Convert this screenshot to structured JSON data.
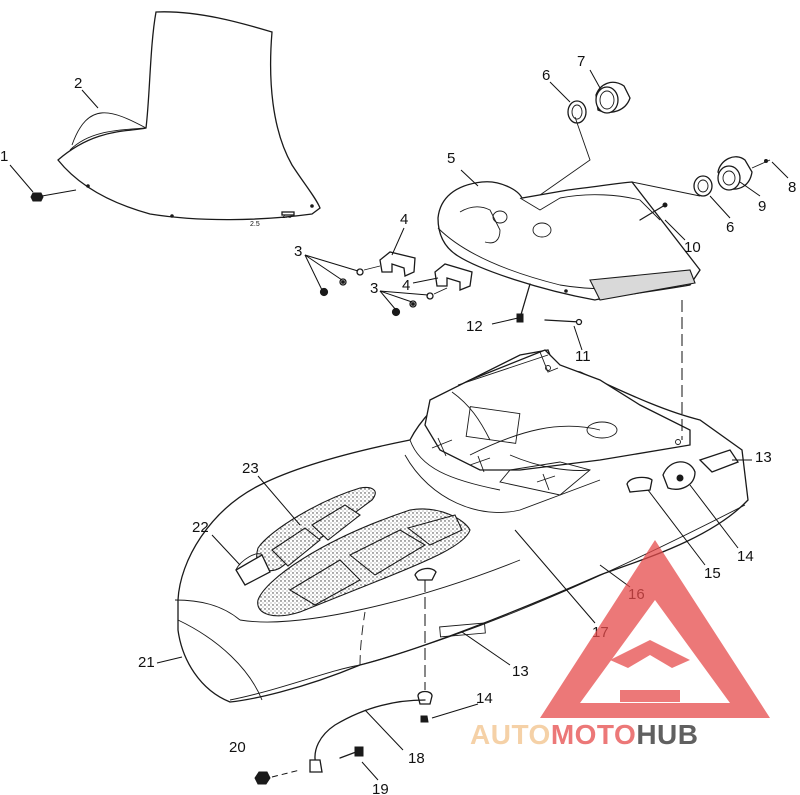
{
  "callouts": [
    {
      "id": "c1",
      "text": "1"
    },
    {
      "id": "c2",
      "text": "2"
    },
    {
      "id": "c3a",
      "text": "3"
    },
    {
      "id": "c3b",
      "text": "3"
    },
    {
      "id": "c4a",
      "text": "4"
    },
    {
      "id": "c4b",
      "text": "4"
    },
    {
      "id": "c5",
      "text": "5"
    },
    {
      "id": "c6a",
      "text": "6"
    },
    {
      "id": "c6b",
      "text": "6"
    },
    {
      "id": "c7",
      "text": "7"
    },
    {
      "id": "c8",
      "text": "8"
    },
    {
      "id": "c9",
      "text": "9"
    },
    {
      "id": "c10",
      "text": "10"
    },
    {
      "id": "c11",
      "text": "11"
    },
    {
      "id": "c12",
      "text": "12"
    },
    {
      "id": "c13a",
      "text": "13"
    },
    {
      "id": "c13b",
      "text": "13"
    },
    {
      "id": "c14a",
      "text": "14"
    },
    {
      "id": "c14b",
      "text": "14"
    },
    {
      "id": "c15",
      "text": "15"
    },
    {
      "id": "c16",
      "text": "16"
    },
    {
      "id": "c17",
      "text": "17"
    },
    {
      "id": "c18",
      "text": "18"
    },
    {
      "id": "c19",
      "text": "19"
    },
    {
      "id": "c20",
      "text": "20"
    },
    {
      "id": "c21",
      "text": "21"
    },
    {
      "id": "c22",
      "text": "22"
    },
    {
      "id": "c23",
      "text": "23"
    }
  ],
  "watermark": {
    "part1": "AUTO",
    "part2": "MOTO",
    "part3": "HUB",
    "color_light": "#f2c28a",
    "color_red": "#e64b4b",
    "color_dark": "#2b2b2b"
  }
}
